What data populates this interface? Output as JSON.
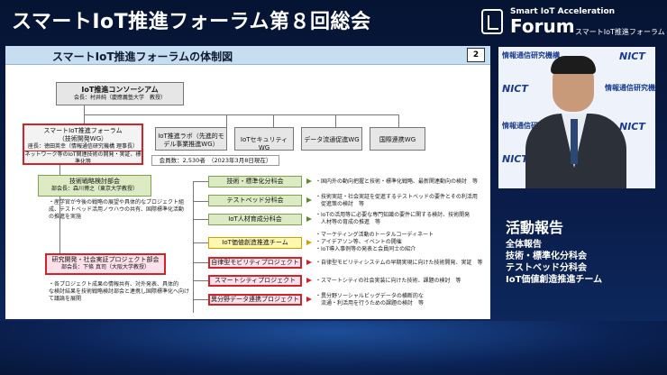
{
  "header": {
    "title": "スマートIoT推進フォーラム第８回総会",
    "logo": {
      "top": "Smart IoT Acceleration",
      "main": "Forum",
      "sub": "スマートIoT推進フォーラム"
    }
  },
  "slide": {
    "title": "スマートIoT推進フォーラムの体制図",
    "page": "2",
    "consortium": {
      "title": "IoT推進コンソーシアム",
      "sub": "会長：村井純（慶應義塾大学　教授）"
    },
    "forum": {
      "title": "スマートIoT推進フォーラム",
      "sub": "（技術開発WG）",
      "chair": "座長：徳田英幸（情報通信研究機構 理事長）",
      "note": "ネットワーク等のIoT関連技術の開発・実証、標準化等"
    },
    "wgs": [
      "IoT推進ラボ（先進的モデル事業推進WG）",
      "IoTセキュリティWG",
      "データ流通促進WG",
      "国際連携WG"
    ],
    "members": "会員数：2,530者　（2023年3月8日現在）",
    "strategy": {
      "title": "技術戦略検討部会",
      "sub": "部会長：森川博之（東京大学教授）",
      "bullets": [
        "・産学官が今後の戦略の展望や具体的なプロジェクト組",
        "成、テストベッド活用ノウハウの共有、国際標準化活動",
        "の推進を実施"
      ]
    },
    "project": {
      "title": "研究開発・社会実証プロジェクト部会",
      "sub": "部会長：下條 真司（大阪大学教授）",
      "bullets": [
        "・各プロジェクト成果の情報共有、対外発表、具体的",
        "な検討結果を技術戦略検討部会と連携し国際標準化へ向け",
        "て議論を展開"
      ]
    },
    "committees": [
      {
        "label": "技術・標準化分科会",
        "desc": "・国内外の動向把握と技術・標準化戦略、最新関連動向の検討　等"
      },
      {
        "label": "テストベッド分科会",
        "desc": "・技術実証・社会実証を促進するテストベッドの要件とその利活用\n　促進策の検討　等"
      },
      {
        "label": "IoT人材育成分科会",
        "desc": "・IoTの活用等に必要な専門知識の要件に関する検討、技術開発\n　人材等の育成の推進　等"
      },
      {
        "label": "IoT価値創造推進チーム",
        "desc": "・マーケティング活動のトータルコーディネート\n・アイデアソン等、イベントの開催\n・IoT導入事例等の発表と会員同士の紹介"
      }
    ],
    "projects": [
      {
        "label": "自律型モビリティプロジェクト",
        "desc": "・自律型モビリティシステムの早期実現に向けた技術開発、実証　等"
      },
      {
        "label": "スマートシティプロジェクト",
        "desc": "・スマートシティの社会実装に向けた技術、課題の検討　等"
      },
      {
        "label": "異分野データ連携プロジェクト",
        "desc": "・異分野ソーシャルビッグデータの横断的な\n　流通・利活用を行うための課題の検討　等"
      }
    ]
  },
  "video": {
    "wall_org": "情報通信研究機構",
    "wall_brand": "NICT"
  },
  "report": {
    "title": "活動報告",
    "items": [
      "全体報告",
      "技術・標準化分科会",
      "テストベッド分科会",
      "IoT価値創造推進チーム"
    ]
  }
}
